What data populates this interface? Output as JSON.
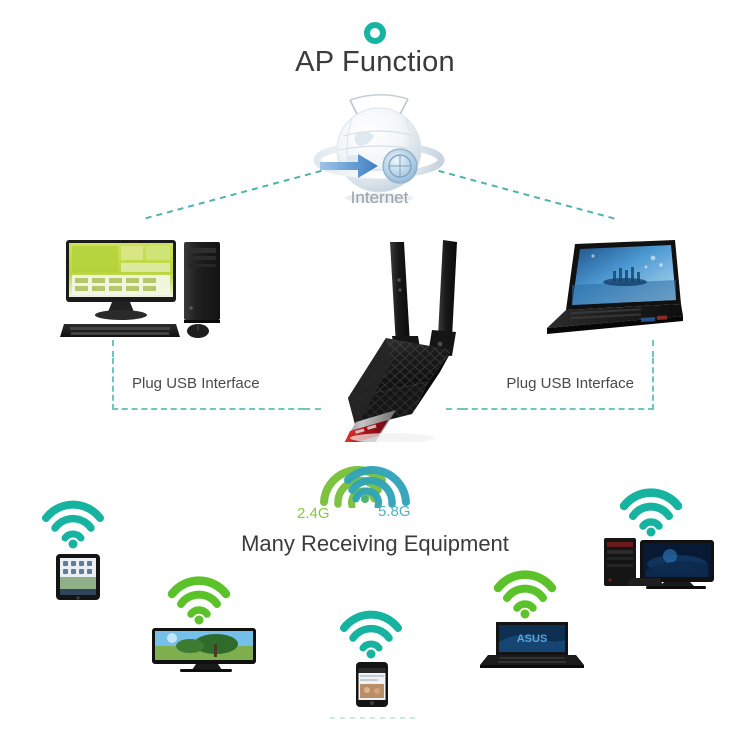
{
  "page": {
    "title": "AP Function",
    "background": "#ffffff",
    "accent_teal": "#17b3a3",
    "accent_green": "#8cc63f",
    "accent_blue": "#4eb3c4",
    "dash_color": "#6fc6c0"
  },
  "header": {
    "ring_icon": "ring-icon",
    "title": "AP Function"
  },
  "cloud": {
    "icon": "internet-globe-icon",
    "label": "Internet"
  },
  "connectors": [
    {
      "name": "globe-to-desktop-link",
      "from": "internet-globe",
      "to": "desktop-pc"
    },
    {
      "name": "globe-to-laptop-link",
      "from": "internet-globe",
      "to": "laptop"
    },
    {
      "name": "desktop-to-adapter-link",
      "from": "desktop-pc",
      "to": "usb-adapter"
    },
    {
      "name": "laptop-to-adapter-link",
      "from": "laptop",
      "to": "usb-adapter"
    }
  ],
  "sources": [
    {
      "id": "desktop-pc",
      "icon": "desktop-computer-icon",
      "label": "Plug USB Interface",
      "side": "left"
    },
    {
      "id": "laptop",
      "icon": "laptop-icon",
      "label": "Plug USB Interface",
      "side": "right"
    }
  ],
  "product": {
    "name": "usb-wifi-adapter",
    "antennas": 2,
    "connector_color": "#b5121b",
    "body_color": "#1b1b1b"
  },
  "bands": {
    "icon": "dual-band-wifi-icon",
    "items": [
      {
        "label": "2.4G",
        "color": "#8cc63f"
      },
      {
        "label": "5.8G",
        "color": "#4eb3c4"
      }
    ]
  },
  "receiving": {
    "heading": "Many Receiving Equipment",
    "devices": [
      {
        "id": "tablet",
        "icon": "tablet-icon",
        "wifi_icon": "wifi-icon",
        "wifi_color": "#16b3a0"
      },
      {
        "id": "television",
        "icon": "television-icon",
        "wifi_icon": "wifi-icon",
        "wifi_color": "#5cc22a"
      },
      {
        "id": "smartphone",
        "icon": "smartphone-icon",
        "wifi_icon": "wifi-icon",
        "wifi_color": "#16b3a0"
      },
      {
        "id": "asus-laptop",
        "icon": "laptop-icon",
        "wifi_icon": "wifi-icon",
        "wifi_color": "#5cc22a"
      },
      {
        "id": "desktop-tower",
        "icon": "desktop-computer-icon",
        "wifi_icon": "wifi-icon",
        "wifi_color": "#16b3a0"
      }
    ]
  }
}
